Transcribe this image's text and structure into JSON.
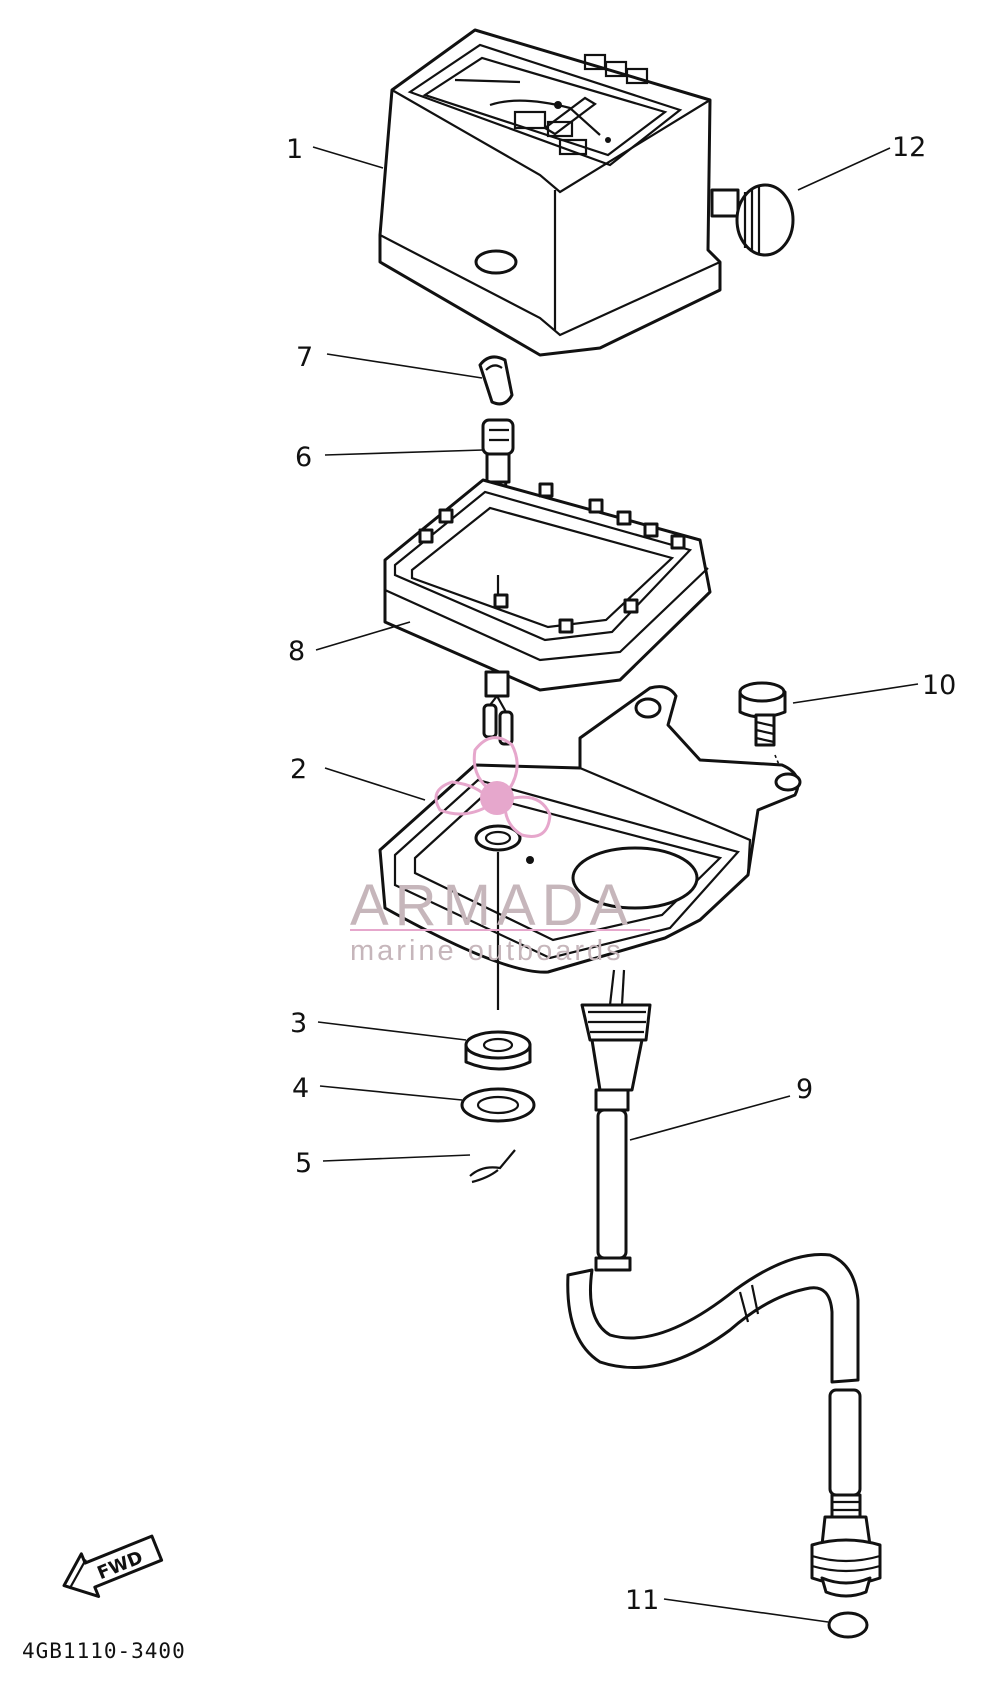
{
  "diagram": {
    "callouts": [
      {
        "id": "1",
        "label": "1"
      },
      {
        "id": "2",
        "label": "2"
      },
      {
        "id": "3",
        "label": "3"
      },
      {
        "id": "4",
        "label": "4"
      },
      {
        "id": "5",
        "label": "5"
      },
      {
        "id": "6",
        "label": "6"
      },
      {
        "id": "7",
        "label": "7"
      },
      {
        "id": "8",
        "label": "8"
      },
      {
        "id": "9",
        "label": "9"
      },
      {
        "id": "10",
        "label": "10"
      },
      {
        "id": "11",
        "label": "11"
      },
      {
        "id": "12",
        "label": "12"
      }
    ],
    "direction_marker": "FWD",
    "drawing_code": "4GB1110-3400"
  },
  "watermark": {
    "brand": "ARMADA",
    "tagline": "marine outboards",
    "accent_color": "#e6a7cc",
    "text_color": "#c6b6bb"
  }
}
